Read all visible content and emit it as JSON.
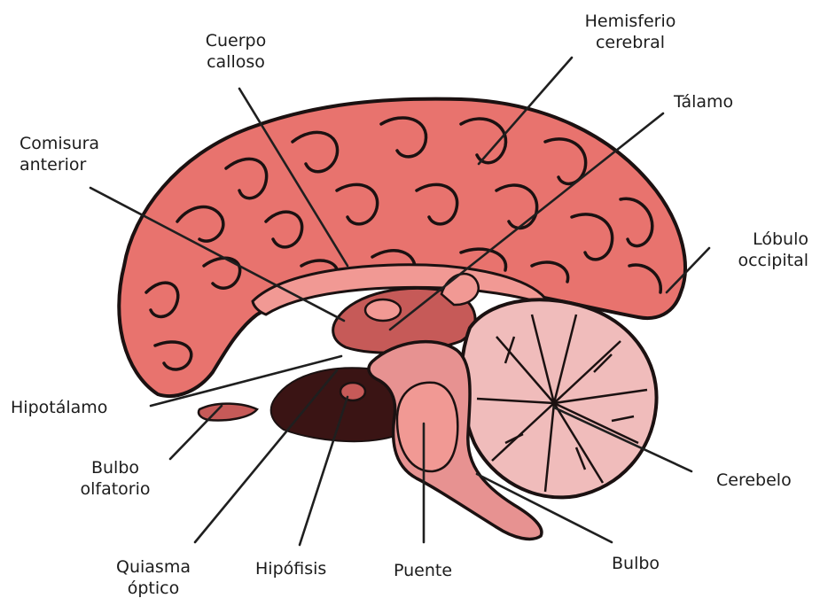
{
  "colors": {
    "cortex": "#e8736e",
    "cortex_light": "#f19994",
    "outline": "#1b1111",
    "deep": "#c65a58",
    "brainstem": "#e79291",
    "cerebellum": "#f0bcbb",
    "dark_region": "#3a1414",
    "leader_line": "#1f1f1f",
    "label_text": "#1c1c1c"
  },
  "labels": {
    "cuerpo_calloso": [
      "Cuerpo",
      "calloso"
    ],
    "hemisferio_cerebral": [
      "Hemisferio",
      "cerebral"
    ],
    "talamo": "Tálamo",
    "comisura_anterior": [
      "Comisura",
      "anterior"
    ],
    "lobulo_occipital": [
      "Lóbulo",
      "occipital"
    ],
    "hipotalamo": "Hipotálamo",
    "bulbo_olfatorio": [
      "Bulbo",
      "olfatorio"
    ],
    "cerebelo": "Cerebelo",
    "quiasma_optico": [
      "Quiasma",
      "óptico"
    ],
    "hipofisis": "Hipófisis",
    "puente": "Puente",
    "bulbo": "Bulbo"
  }
}
